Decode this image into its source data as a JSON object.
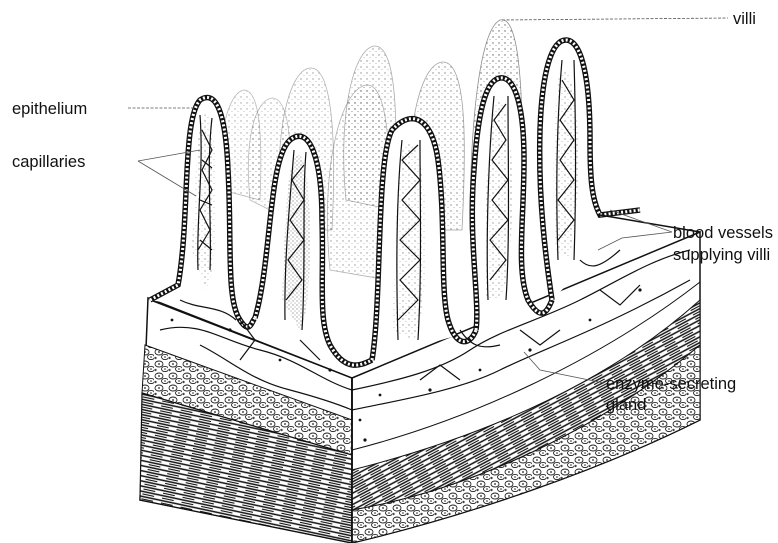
{
  "labels": {
    "villi": "villi",
    "epithelium": "epithelium",
    "capillaries": "capillaries",
    "blood_vessels_line1": "blood vessels",
    "blood_vessels_line2": "supplying villi",
    "enzyme_line1": "enzyme-secreting",
    "enzyme_line2": "gland"
  },
  "colors": {
    "ink": "#111111",
    "background": "#ffffff"
  }
}
